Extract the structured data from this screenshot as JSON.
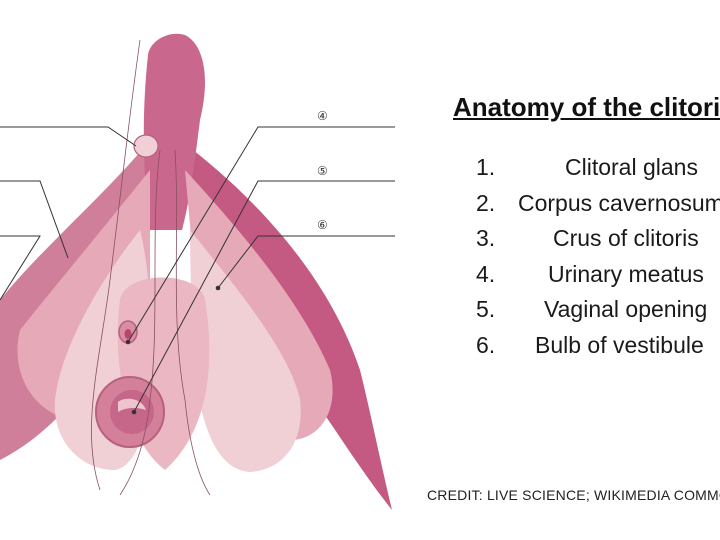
{
  "title": "Anatomy of the clitoris",
  "legend": [
    {
      "number": "1.",
      "label": "Clitoral glans"
    },
    {
      "number": "2.",
      "label": "Corpus cavernosum"
    },
    {
      "number": "3.",
      "label": "Crus of clitoris"
    },
    {
      "number": "4.",
      "label": "Urinary meatus"
    },
    {
      "number": "5.",
      "label": "Vaginal opening"
    },
    {
      "number": "6.",
      "label": "Bulb of vestibule"
    }
  ],
  "diagram_labels": {
    "four": "④",
    "five": "⑤",
    "six": "⑥"
  },
  "credit": "CREDIT: LIVE SCIENCE; WIKIMEDIA COMMONS",
  "colors": {
    "dark_pink": "#c45a82",
    "mid_pink": "#d98ca3",
    "light_pink": "#ecc3cc",
    "pale_pink": "#f2d6da",
    "line": "#333333"
  }
}
